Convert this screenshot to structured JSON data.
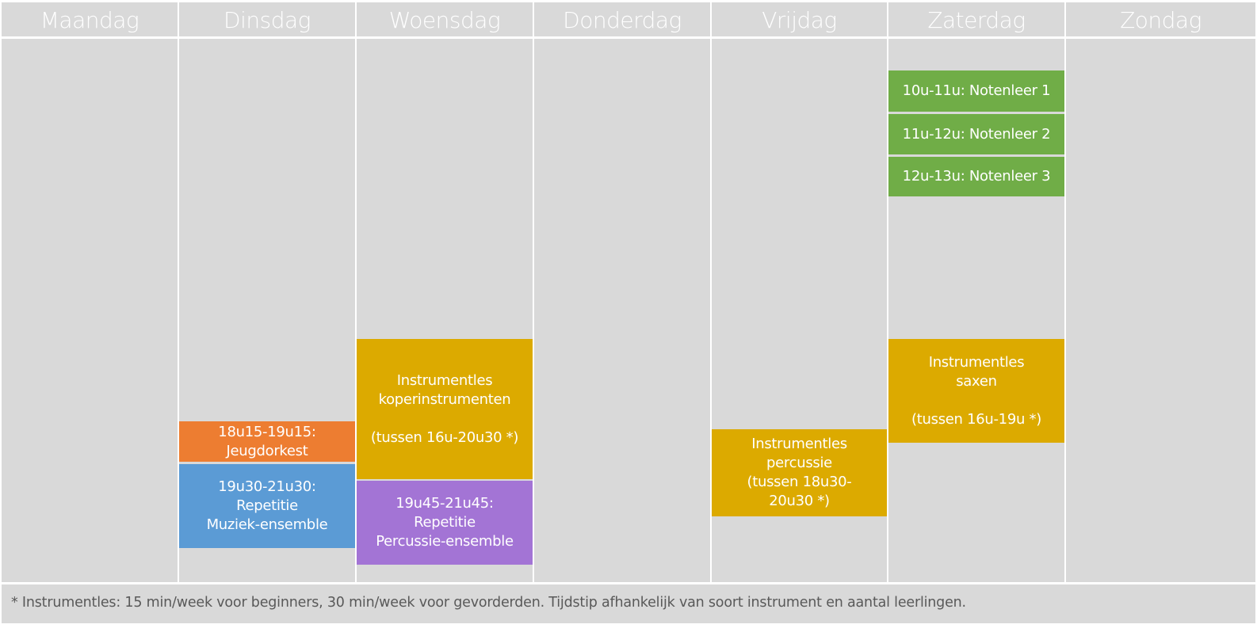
{
  "days": [
    "Maandag",
    "Dinsdag",
    "Woensdag",
    "Donderdag",
    "Vrijdag",
    "Zaterdag",
    "Zondag"
  ],
  "colors": {
    "background": "#d9d9d9",
    "orange": "#ed7d31",
    "blue": "#5b9bd5",
    "yellow": "#dcaa00",
    "purple": "#a374d5",
    "green": "#70ad47"
  },
  "events": {
    "dinsdag_1": "18u15-19u15:\nJeugdorkest",
    "dinsdag_2": "19u30-21u30:\nRepetitie\nMuziek-ensemble",
    "woensdag_1": "Instrumentles\nkoperinstrumenten\n\n(tussen 16u-20u30 *)",
    "woensdag_2": "19u45-21u45:\nRepetitie\nPercussie-ensemble",
    "vrijdag_1": "Instrumentles\npercussie\n(tussen 18u30-\n20u30 *)",
    "zaterdag_1": "10u-11u: Notenleer 1",
    "zaterdag_2": "11u-12u: Notenleer 2",
    "zaterdag_3": "12u-13u: Notenleer 3",
    "zaterdag_4": "Instrumentles\nsaxen\n\n(tussen 16u-19u *)"
  },
  "footnote": "* Instrumentles: 15 min/week voor beginners, 30 min/week voor gevorderden. Tijdstip afhankelijk van soort instrument en aantal leerlingen."
}
